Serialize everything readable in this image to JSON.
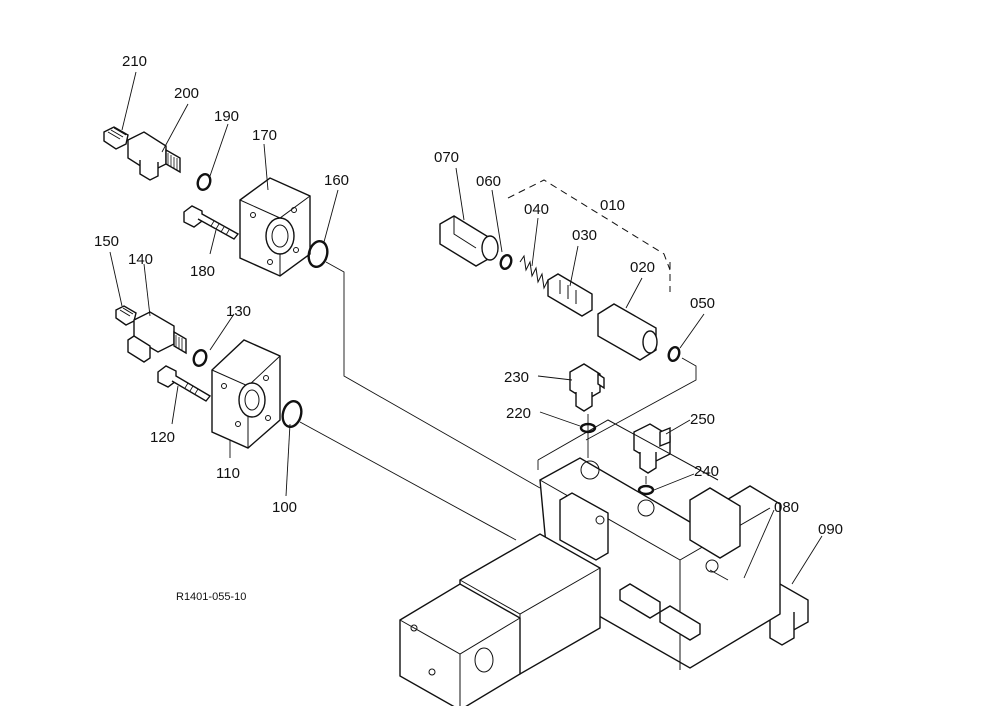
{
  "diagram": {
    "reference": "R1401-055-10",
    "labels": [
      {
        "id": "010",
        "text": "010"
      },
      {
        "id": "020",
        "text": "020"
      },
      {
        "id": "030",
        "text": "030"
      },
      {
        "id": "040",
        "text": "040"
      },
      {
        "id": "050",
        "text": "050"
      },
      {
        "id": "060",
        "text": "060"
      },
      {
        "id": "070",
        "text": "070"
      },
      {
        "id": "080",
        "text": "080"
      },
      {
        "id": "090",
        "text": "090"
      },
      {
        "id": "100",
        "text": "100"
      },
      {
        "id": "110",
        "text": "110"
      },
      {
        "id": "120",
        "text": "120"
      },
      {
        "id": "130",
        "text": "130"
      },
      {
        "id": "140",
        "text": "140"
      },
      {
        "id": "150",
        "text": "150"
      },
      {
        "id": "160",
        "text": "160"
      },
      {
        "id": "170",
        "text": "170"
      },
      {
        "id": "180",
        "text": "180"
      },
      {
        "id": "190",
        "text": "190"
      },
      {
        "id": "200",
        "text": "200"
      },
      {
        "id": "210",
        "text": "210"
      },
      {
        "id": "220",
        "text": "220"
      },
      {
        "id": "230",
        "text": "230"
      },
      {
        "id": "240",
        "text": "240"
      },
      {
        "id": "250",
        "text": "250"
      }
    ]
  }
}
